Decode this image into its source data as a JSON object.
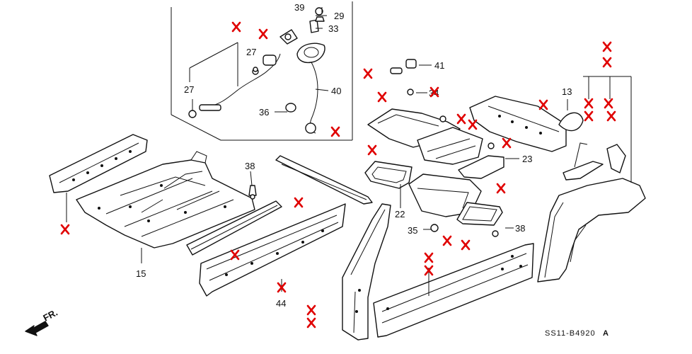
{
  "diagram_code": "SS11-B4920",
  "diagram_suffix": "A",
  "front_label": "FR.",
  "callouts": [
    {
      "id": "c39",
      "text": "39"
    },
    {
      "id": "c29",
      "text": "29"
    },
    {
      "id": "c33",
      "text": "33"
    },
    {
      "id": "c27a",
      "text": "27"
    },
    {
      "id": "c27b",
      "text": "27"
    },
    {
      "id": "c36",
      "text": "36"
    },
    {
      "id": "c40",
      "text": "40"
    },
    {
      "id": "c41",
      "text": "41"
    },
    {
      "id": "c34",
      "text": "34"
    },
    {
      "id": "c13",
      "text": "13"
    },
    {
      "id": "c23",
      "text": "23"
    },
    {
      "id": "c38a",
      "text": "38"
    },
    {
      "id": "c22",
      "text": "22"
    },
    {
      "id": "c35",
      "text": "35"
    },
    {
      "id": "c38b",
      "text": "38"
    },
    {
      "id": "c15",
      "text": "15"
    },
    {
      "id": "c44",
      "text": "44"
    }
  ]
}
